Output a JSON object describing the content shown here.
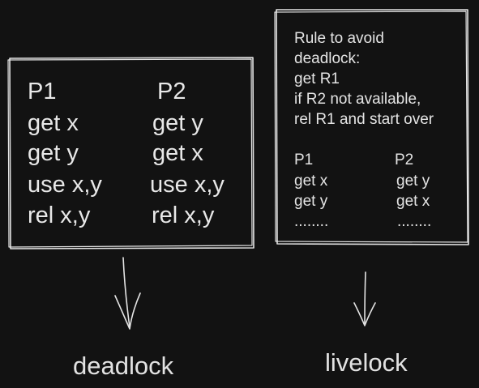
{
  "deadlock_box": {
    "headers": [
      "P1",
      "P2"
    ],
    "p1_steps": [
      "get x",
      "get y",
      "use x,y",
      "rel x,y"
    ],
    "p2_steps": [
      "get y",
      "get x",
      "use x,y",
      "rel x,y"
    ]
  },
  "livelock_box": {
    "rule_lines": [
      "Rule to avoid",
      "deadlock:",
      "get R1",
      "if R2 not available,",
      "rel R1 and start over"
    ],
    "headers": [
      "P1",
      "P2"
    ],
    "p1_steps": [
      "get x",
      "get y",
      "........"
    ],
    "p2_steps": [
      "get y",
      "get x",
      "........"
    ]
  },
  "captions": {
    "deadlock": "deadlock",
    "livelock": "livelock"
  }
}
